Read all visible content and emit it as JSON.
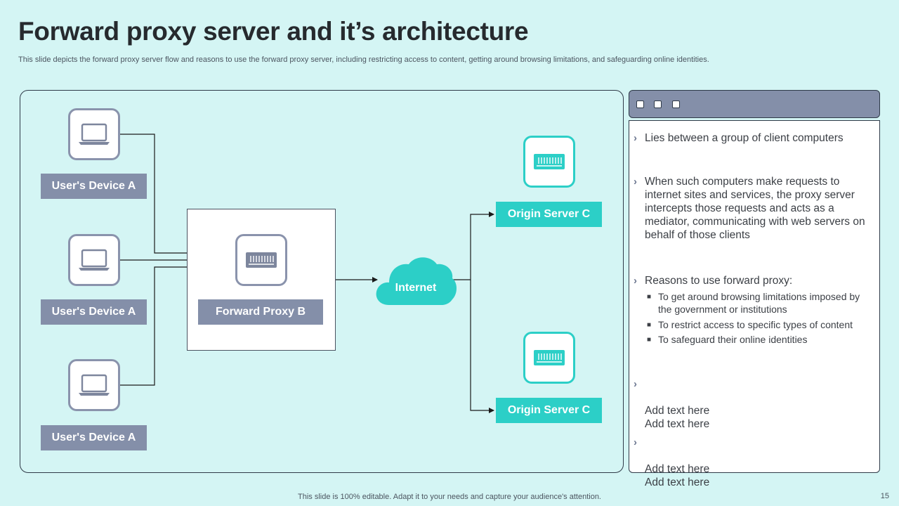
{
  "slide": {
    "title": "Forward proxy server and it’s architecture",
    "subtitle": "This slide depicts the forward proxy server flow and reasons to use the forward proxy  server, including restricting access to content, getting around browsing limitations, and safeguarding online identities.",
    "footer": "This slide is 100% editable. Adapt it to your needs and capture your audience's attention.",
    "page_number": "15"
  },
  "diagram": {
    "devices": [
      {
        "label": "User's Device A",
        "icon": "laptop-icon"
      },
      {
        "label": "User's Device A",
        "icon": "laptop-icon"
      },
      {
        "label": "User's Device A",
        "icon": "laptop-icon"
      }
    ],
    "proxy": {
      "label": "Forward Proxy B",
      "icon": "server-icon"
    },
    "internet": {
      "label": "Internet",
      "icon": "cloud-icon"
    },
    "origin_servers": [
      {
        "label": "Origin Server C",
        "icon": "server-icon"
      },
      {
        "label": "Origin Server C",
        "icon": "server-icon"
      }
    ],
    "colors": {
      "gray": "#848fa9",
      "teal": "#2ccfc7",
      "background": "#d4f5f4"
    }
  },
  "panel": {
    "bullets": [
      {
        "text": "Lies between a group of client computers"
      },
      {
        "text": "When such computers make requests to internet sites and services, the proxy server intercepts those requests and acts as a mediator, communicating with web servers on behalf of those clients"
      },
      {
        "text": "Reasons to use forward proxy:"
      },
      {
        "text": "Add text here\nAdd text here"
      },
      {
        "text": "Add text here\nAdd text here"
      }
    ],
    "sub_bullets": [
      "To get around browsing limitations imposed by the government or institutions",
      "To restrict access to specific types of content",
      "To safeguard their online identities"
    ]
  }
}
